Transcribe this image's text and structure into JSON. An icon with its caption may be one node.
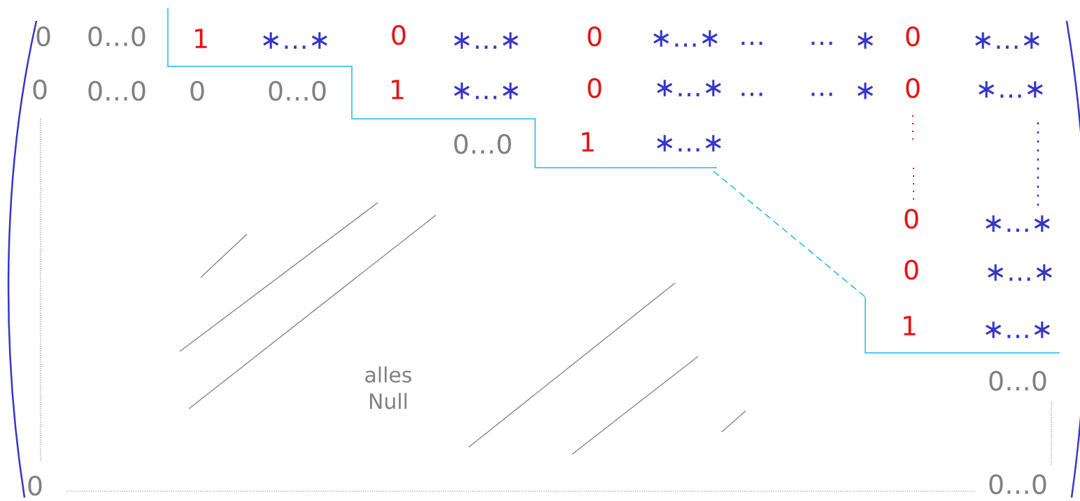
{
  "diagram": {
    "labels": [
      "0",
      "0…0",
      "1",
      "∗…∗",
      "0",
      "∗…∗",
      "0",
      "∗…∗",
      "…",
      "…",
      "∗",
      "0",
      "∗…∗",
      "0",
      "0…0",
      "0",
      "0…0",
      "1",
      "∗…∗",
      "0",
      "∗…∗",
      "…",
      "…",
      "∗",
      "0",
      "∗…∗",
      "0…0",
      "1",
      "∗…∗",
      "0",
      "∗…∗",
      "0",
      "∗…∗",
      "1",
      "∗…∗",
      "0…0",
      "alles Null",
      "0",
      "0…0"
    ]
  }
}
